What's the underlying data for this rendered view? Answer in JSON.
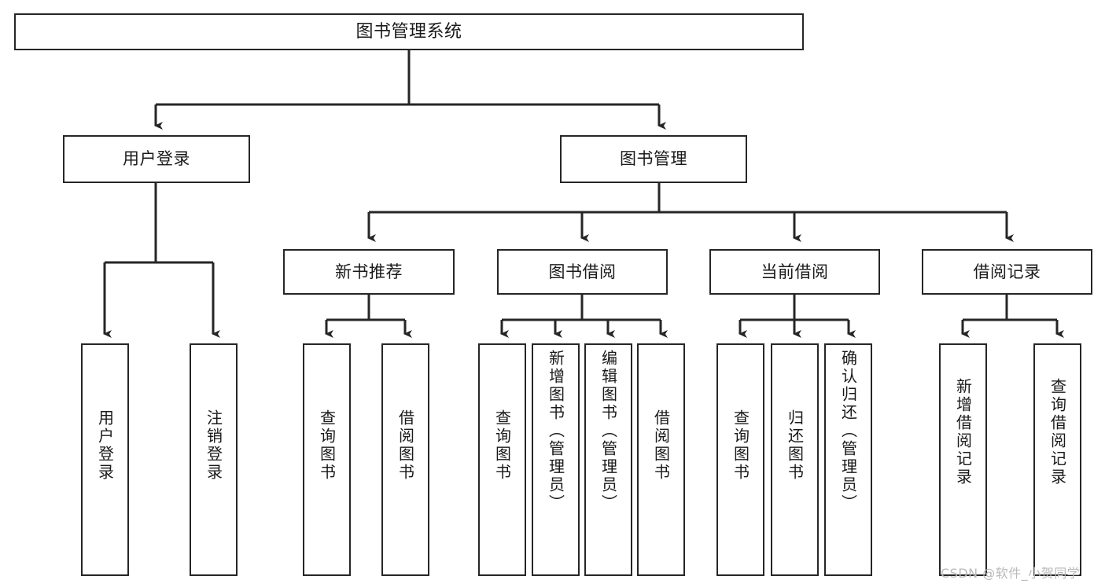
{
  "diagram": {
    "title": "图书管理系统",
    "type": "hierarchy-tree",
    "root": {
      "label": "图书管理系统"
    },
    "level2": [
      {
        "label": "用户登录"
      },
      {
        "label": "图书管理"
      }
    ],
    "level3": [
      {
        "label": "新书推荐"
      },
      {
        "label": "图书借阅"
      },
      {
        "label": "当前借阅"
      },
      {
        "label": "借阅记录"
      }
    ],
    "leaves": {
      "user_login": [
        {
          "label": "用户登录"
        },
        {
          "label": "注销登录"
        }
      ],
      "new_book_recommend": [
        {
          "label": "查询图书"
        },
        {
          "label": "借阅图书"
        }
      ],
      "book_borrow": [
        {
          "label": "查询图书"
        },
        {
          "label": "新增图书（管理员）"
        },
        {
          "label": "编辑图书（管理员）"
        },
        {
          "label": "借阅图书"
        }
      ],
      "current_borrow": [
        {
          "label": "查询图书"
        },
        {
          "label": "归还图书"
        },
        {
          "label": "确认归还（管理员）"
        }
      ],
      "borrow_record": [
        {
          "label": "新增借阅记录"
        },
        {
          "label": "查询借阅记录"
        }
      ]
    }
  },
  "watermark": {
    "text": "CSDN @软件_小贺同学"
  },
  "colors": {
    "stroke": "#262626",
    "background": "#ffffff",
    "text": "#1a1a1a",
    "watermark": "#b9b9b9"
  }
}
